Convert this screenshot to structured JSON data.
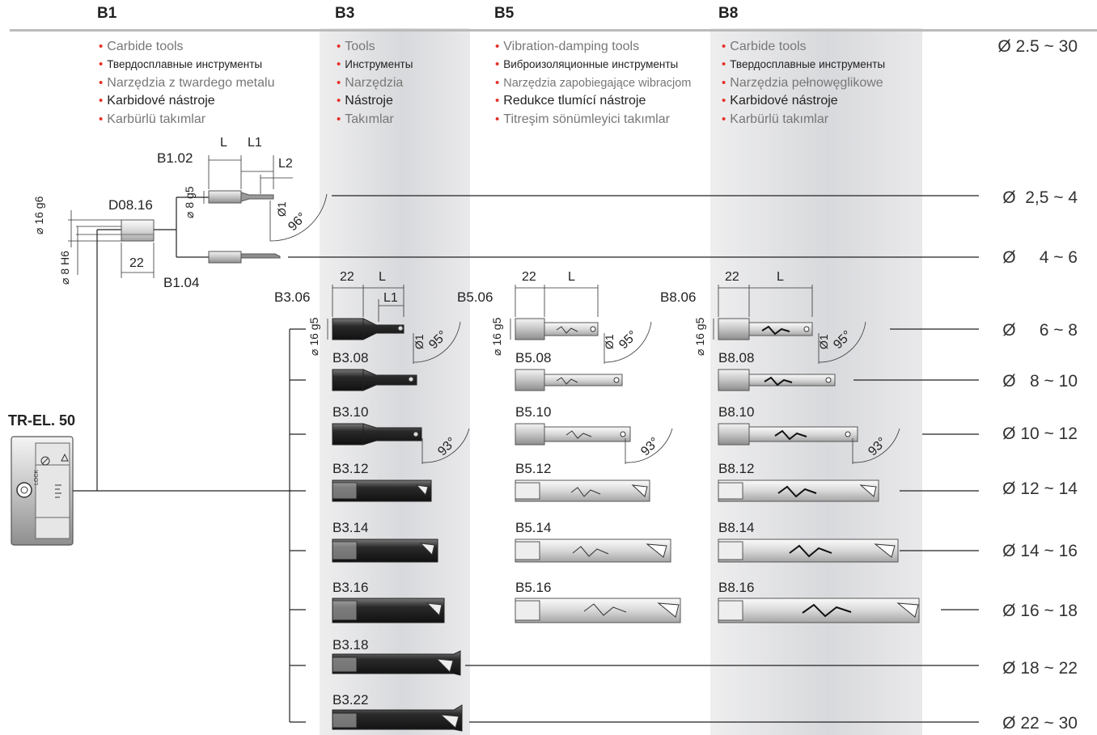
{
  "headers": {
    "b1": "B1",
    "b3": "B3",
    "b5": "B5",
    "b8": "B8"
  },
  "b1_bullets": [
    "Carbide tools",
    "Твердосплавные инструменты",
    "Narzędzia z twardego metalu",
    "Karbidové nástroje",
    "Karbürlü takımlar"
  ],
  "b3_bullets": [
    "Tools",
    "Инструменты",
    "Narzędzia",
    "Nástroje",
    "Takımlar"
  ],
  "b5_bullets": [
    "Vibration-damping tools",
    "Виброизоляционные инструменты",
    "Narzędzia zapobiegające wibracjom",
    "Redukce tlumící nástroje",
    "Titreşim sönümleyici takımlar"
  ],
  "b8_bullets": [
    "Carbide tools",
    "Твердосплавные инструменты",
    "Narzędzia pełnowęglikowe",
    "Karbidové nástroje",
    "Karbürlü takımlar"
  ],
  "diameter_ranges": [
    "Ø 2.5 ~ 30",
    "Ø  2,5 ~ 4",
    "Ø     4 ~ 6",
    "Ø     6 ~ 8",
    "Ø   8 ~ 10",
    "Ø 10 ~ 12",
    "Ø 12 ~ 14",
    "Ø 14 ~ 16",
    "Ø 16 ~ 18",
    "Ø 18 ~ 22",
    "Ø 22 ~ 30"
  ],
  "holder": {
    "name": "TR-EL. 50",
    "lock_text": "LOCK"
  },
  "adapter": {
    "name": "D08.16",
    "dim_outer": "⌀ 16 g6",
    "dim_inner": "⌀ 8 H6",
    "dim_len": "22"
  },
  "b1_tools": {
    "b102": "B1.02",
    "b104": "B1.04",
    "dim_L": "L",
    "dim_L1": "L1",
    "dim_L2": "L2",
    "dim_d": "⌀ 8 g5",
    "dim_d1": "Ø1",
    "angle": "96°"
  },
  "b3_tools": [
    "B3.06",
    "B3.08",
    "B3.10",
    "B3.12",
    "B3.14",
    "B3.16",
    "B3.18",
    "B3.22"
  ],
  "b5_tools": [
    "B5.06",
    "B5.08",
    "B5.10",
    "B5.12",
    "B5.14",
    "B5.16"
  ],
  "b8_tools": [
    "B8.06",
    "B8.08",
    "B8.10",
    "B8.12",
    "B8.14",
    "B8.16"
  ],
  "dims": {
    "shank_len": "22",
    "L": "L",
    "L1": "L1",
    "shank_d": "⌀ 16 g5",
    "d1": "Ø1",
    "angle_95": "95°",
    "angle_93": "93°"
  }
}
